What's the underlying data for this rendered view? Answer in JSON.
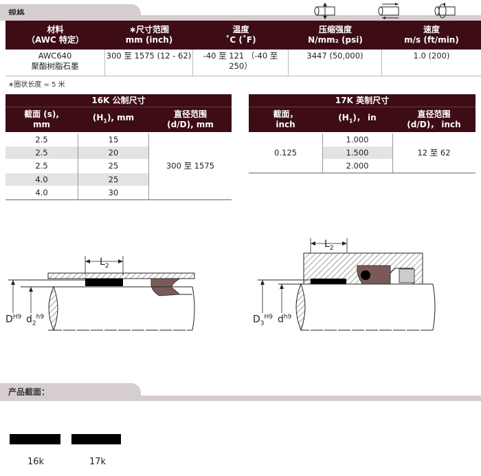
{
  "spec_section": {
    "title": "规格"
  },
  "spec_table": {
    "headers": [
      {
        "line1": "材料",
        "line2": "（AWC 特定）"
      },
      {
        "line1": "∗尺寸范围",
        "line2": "mm (inch)"
      },
      {
        "line1": "温度",
        "line2": "˚C (˚F)"
      },
      {
        "line1": "压缩强度",
        "line2": "N/mm₂ (psi)"
      },
      {
        "line1": "速度",
        "line2": "m/s (ft/min)"
      }
    ],
    "row": [
      {
        "line1": "AWC640",
        "line2": "聚酯树脂石墨"
      },
      {
        "line1": "300 至 1575 (12 - 62)",
        "line2": ""
      },
      {
        "line1": "-40 至 121 （-40 至 250）",
        "line2": ""
      },
      {
        "line1": "3447 (50,000)",
        "line2": ""
      },
      {
        "line1": "1.0 (200)",
        "line2": ""
      }
    ],
    "note": "∗圈状长度 = 5 米"
  },
  "table_16k": {
    "title": "16K 公制尺寸",
    "headers": [
      {
        "line1": "截面 (s),",
        "line2": "mm"
      },
      {
        "line1": "(H",
        "sub": "1",
        "line1b": "), mm",
        "line2": ""
      },
      {
        "line1": "直径范围",
        "line2": "(d/D), mm"
      }
    ],
    "rows": [
      {
        "s": "2.5",
        "h1": "15"
      },
      {
        "s": "2.5",
        "h1": "20"
      },
      {
        "s": "2.5",
        "h1": "25"
      },
      {
        "s": "4.0",
        "h1": "25"
      },
      {
        "s": "4.0",
        "h1": "30"
      }
    ],
    "range": "300 至 1575"
  },
  "table_17k": {
    "title": "17K 英制尺寸",
    "headers": [
      {
        "line1": "截面，",
        "line2": "inch"
      },
      {
        "line1": "(H",
        "sub": "1",
        "line1b": ")， in",
        "line2": ""
      },
      {
        "line1": "直径范围",
        "line2": "(d/D)， inch"
      }
    ],
    "section": "0.125",
    "h1_values": [
      "1.000",
      "1.500",
      "2.000"
    ],
    "range": "12 至 62"
  },
  "diagrams": {
    "left": {
      "l2": "L",
      "l2_sub": "2",
      "d_main": "D",
      "d_main_sup": "H9",
      "d_sec": "d",
      "d_sec_sub": "2",
      "d_sec_sup": "h9"
    },
    "right": {
      "l2": "L",
      "l2_sub": "2",
      "d_main": "D",
      "d_main_sub": "3",
      "d_main_sup": "H9",
      "d_sec": "d",
      "d_sec_sup": "h9"
    }
  },
  "profile_section": {
    "title": "产品截面："
  },
  "profiles": {
    "k16": "16k",
    "k17": "17k"
  },
  "colors": {
    "header_bg": "#3d0c14",
    "tab_bg": "#d6cdd1",
    "seal_brown": "#7a5a58"
  }
}
